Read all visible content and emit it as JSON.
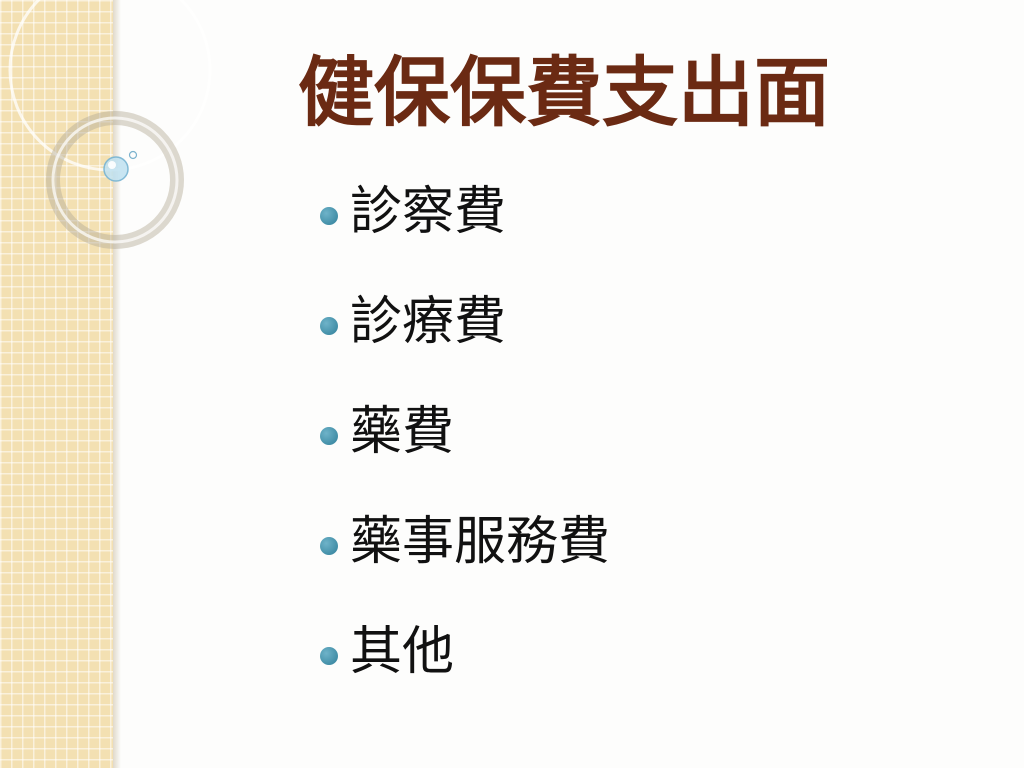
{
  "slide": {
    "title": "健保保費支出面",
    "bullets": [
      {
        "label": "診察費"
      },
      {
        "label": "診療費"
      },
      {
        "label": "藥費"
      },
      {
        "label": "藥事服務費"
      },
      {
        "label": "其他"
      }
    ]
  },
  "colors": {
    "title": "#6b2a13",
    "bullet_dot": "#3a8ba6",
    "side_strip": "#f3e0b2",
    "body_text": "#111111"
  },
  "icons": {
    "bullet": "circle-bullet-icon",
    "decoration": "ring-decoration-icon"
  }
}
